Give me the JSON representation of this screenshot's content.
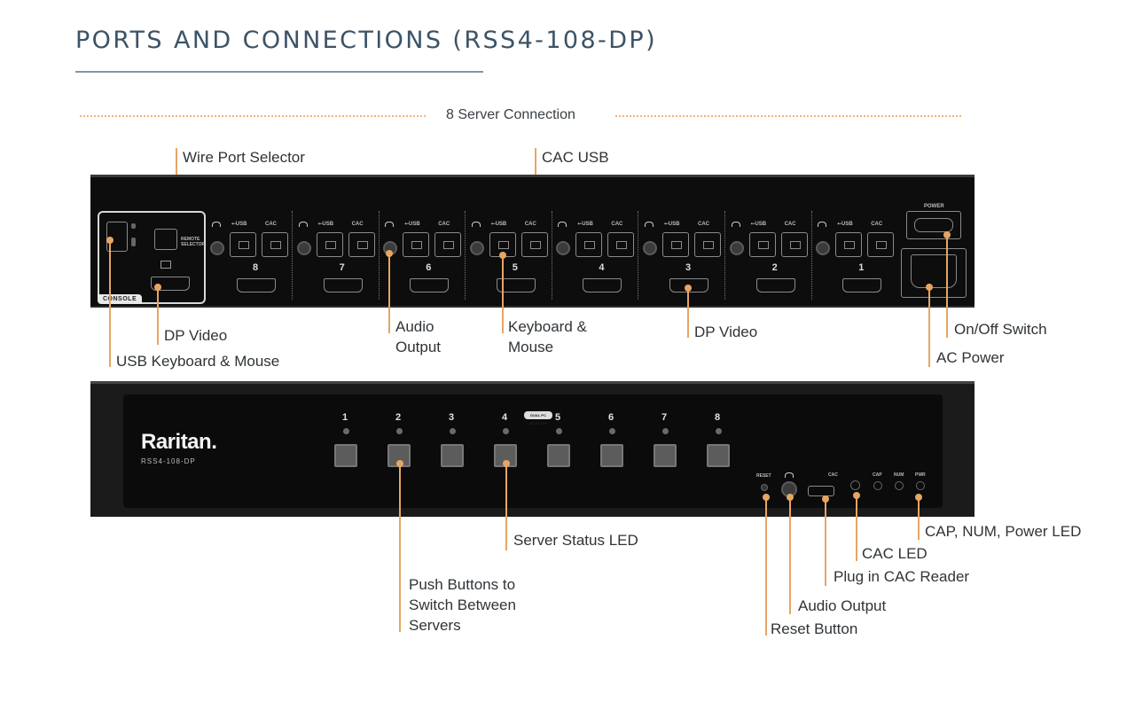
{
  "header": {
    "title": "PORTS AND CONNECTIONS (RSS4-108-DP)"
  },
  "section": {
    "label": "8 Server Connection"
  },
  "rear_panel": {
    "console_tag": "CONSOLE",
    "remote_selector_label": "REMOTE SELECTOR",
    "power_label": "POWER",
    "usb_symbol": "⭠USB",
    "cac_label": "CAC",
    "server_ports": [
      "8",
      "7",
      "6",
      "5",
      "4",
      "3",
      "2",
      "1"
    ],
    "callouts": {
      "wire_port_selector": "Wire Port Selector",
      "cac_usb": "CAC USB",
      "usb_keyboard_mouse": "USB Keyboard & Mouse",
      "console_dp_video": "DP Video",
      "audio_output_line1": "Audio",
      "audio_output_line2": "Output",
      "keyboard_mouse_line1": "Keyboard &",
      "keyboard_mouse_line2": "Mouse",
      "dp_video": "DP Video",
      "on_off_switch": "On/Off Switch",
      "ac_power": "AC Power"
    }
  },
  "front_panel": {
    "brand": "Raritan.",
    "model": "RSS4-108-DP",
    "buttons": [
      "1",
      "2",
      "3",
      "4",
      "5",
      "6",
      "7",
      "8"
    ],
    "dual_pc_label": "DUAL PC SELECTED",
    "reset_label": "RESET",
    "cac_label": "CAC",
    "led_labels": [
      "CAP",
      "NUM",
      "PWR"
    ],
    "callouts": {
      "server_status_led": "Server Status LED",
      "push_buttons_line1": "Push Buttons to",
      "push_buttons_line2": "Switch Between",
      "push_buttons_line3": "Servers",
      "cap_num_power_led": "CAP, NUM, Power LED",
      "cac_led": "CAC LED",
      "plug_cac_reader": "Plug in CAC Reader",
      "audio_output": "Audio Output",
      "reset_button": "Reset Button"
    }
  },
  "colors": {
    "accent": "#e8a562",
    "title": "#3c5366",
    "panel": "#0d0d0e"
  }
}
